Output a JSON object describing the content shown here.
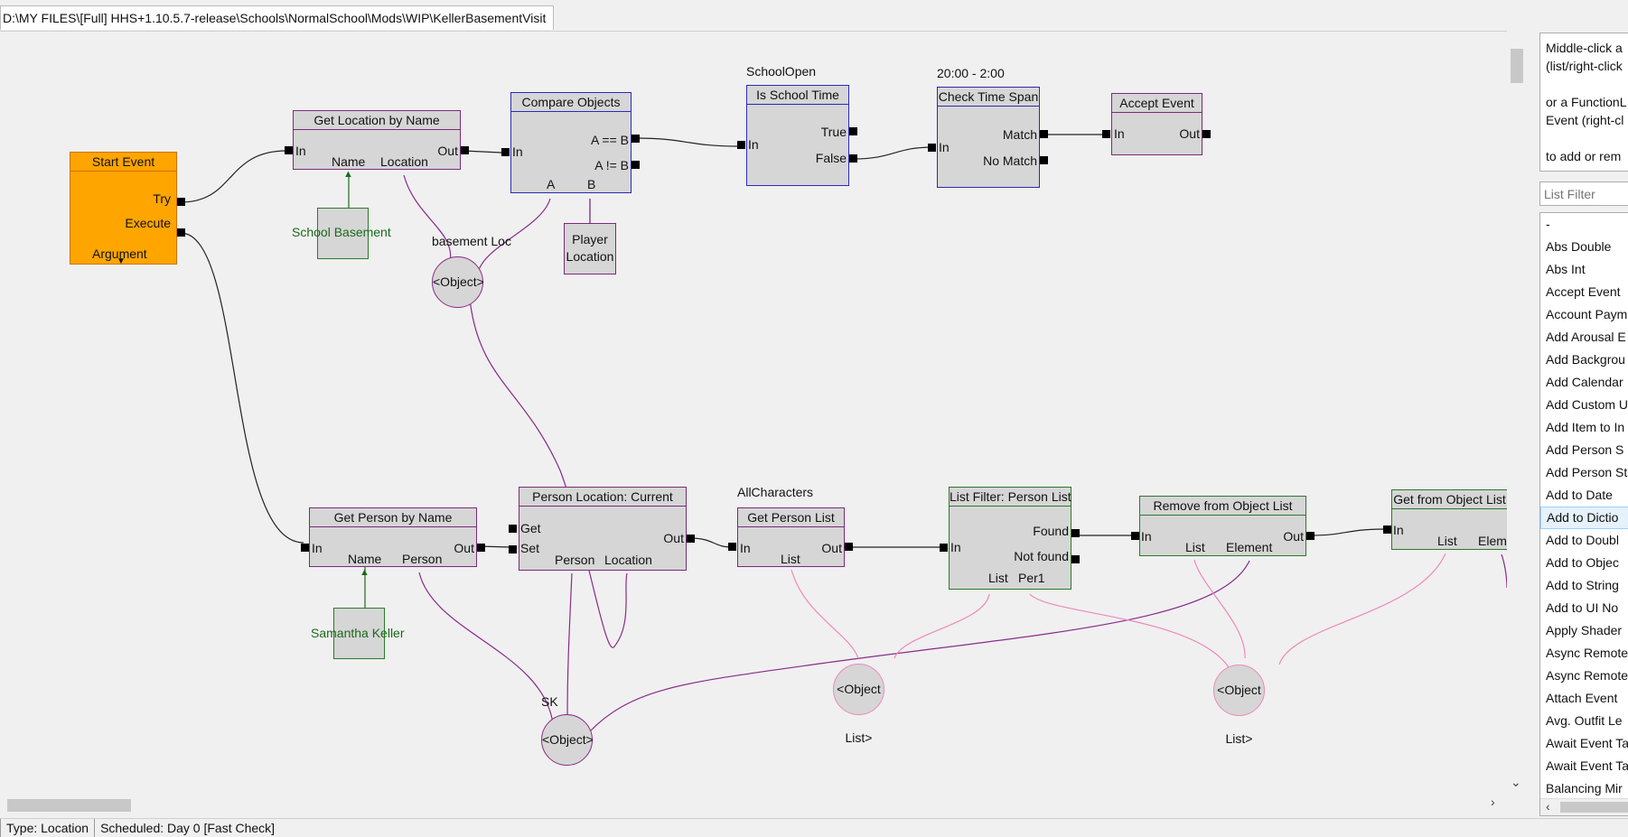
{
  "path": "D:\\MY FILES\\[Full] HHS+1.10.5.7-release\\Schools\\NormalSchool\\Mods\\WIP\\KellerBasementVisit",
  "nodes": {
    "start_event": {
      "title": "Start Event",
      "try": "Try",
      "execute": "Execute",
      "argument": "Argument"
    },
    "get_location": {
      "title": "Get Location by Name",
      "in": "In",
      "out": "Out",
      "name": "Name",
      "location": "Location"
    },
    "compare_objects": {
      "title": "Compare Objects",
      "in": "In",
      "eq": "A == B",
      "neq": "A != B",
      "a": "A",
      "b": "B"
    },
    "is_school_time": {
      "title": "Is School Time",
      "caption": "SchoolOpen",
      "in": "In",
      "true": "True",
      "false": "False"
    },
    "check_time_span": {
      "title": "Check Time Span",
      "caption": "20:00 - 2:00",
      "in": "In",
      "match": "Match",
      "nomatch": "No Match"
    },
    "accept_event": {
      "title": "Accept Event",
      "in": "In",
      "out": "Out"
    },
    "get_person": {
      "title": "Get Person by Name",
      "in": "In",
      "out": "Out",
      "name": "Name",
      "person": "Person"
    },
    "person_location": {
      "title": "Person Location: Current",
      "get": "Get",
      "set": "Set",
      "out": "Out",
      "person": "Person",
      "location": "Location"
    },
    "get_person_list": {
      "title": "Get Person List",
      "caption": "AllCharacters",
      "in": "In",
      "out": "Out",
      "list": "List"
    },
    "list_filter": {
      "title": "List Filter: Person List",
      "in": "In",
      "found": "Found",
      "notfound": "Not found",
      "list": "List",
      "per1": "Per1"
    },
    "remove_from_list": {
      "title": "Remove from Object List",
      "in": "In",
      "out": "Out",
      "list": "List",
      "element": "Element"
    },
    "get_from_list": {
      "title": "Get from Object List",
      "in": "In",
      "list": "List",
      "elem": "Elem"
    }
  },
  "constants": {
    "school_basement": "School Basement",
    "player_location": "Player Location",
    "samantha_keller": "Samantha Keller"
  },
  "variables": {
    "basement_loc_label": "basement Loc",
    "object1": "<Object>",
    "sk_label": "SK",
    "object2": "<Object>",
    "object_list1": "<Object List>",
    "object_list2": "<Object List>"
  },
  "help_text": "Middle-click a\n(list/right-click\n\nor a FunctionL\nEvent (right-cl\n\nto add or rem",
  "filter_placeholder": "List Filter",
  "function_list": [
    "-",
    "Abs Double",
    "Abs Int",
    "Accept Event",
    "Account Paym",
    "Add Arousal E",
    "Add Backgrou",
    "Add Calendar",
    "Add Custom U",
    "Add Item to In",
    "Add Person S",
    "Add Person St",
    "Add to Date",
    "Add to Dictio",
    "Add to Doubl",
    "Add to Objec",
    "Add to String",
    "Add to UI No",
    "Apply Shader",
    "Async Remote",
    "Async Remote",
    "Attach Event",
    "Avg. Outfit Le",
    "Await Event Ta",
    "Await Event Ta",
    "Balancing Mir"
  ],
  "selected_item": 13,
  "status": {
    "type": "Type: Location",
    "scheduled": "Scheduled: Day 0 [Fast Check]"
  }
}
